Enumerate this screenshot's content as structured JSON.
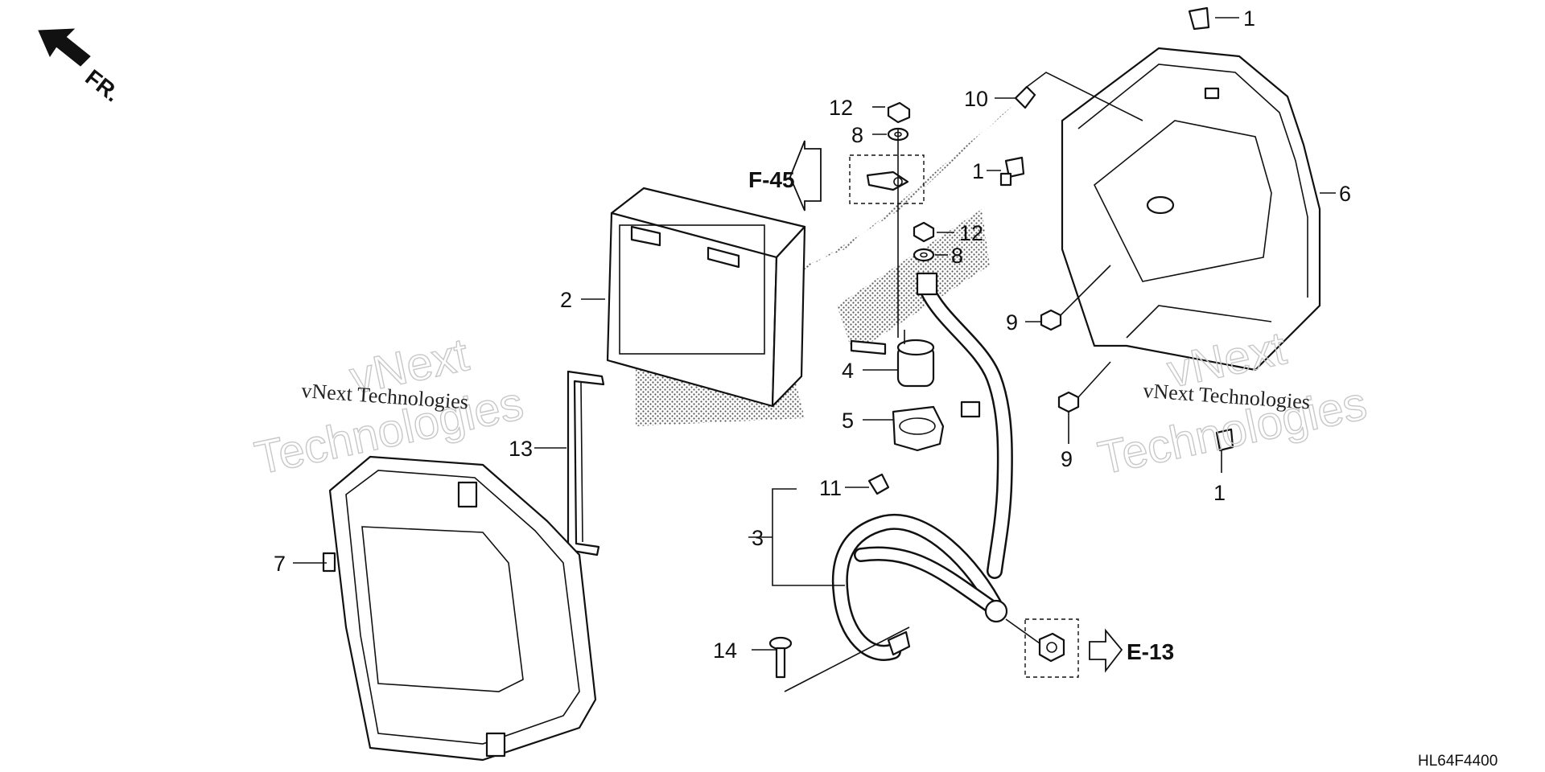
{
  "diagram": {
    "code": "HL64F4400",
    "front_indicator": "FR.",
    "references": [
      "F-45",
      "E-13"
    ],
    "watermark": {
      "line_big": [
        "vNext",
        "Technologies"
      ],
      "line_small": "vNext Technologies"
    },
    "callouts": [
      "1",
      "1",
      "1",
      "2",
      "3",
      "4",
      "5",
      "6",
      "7",
      "8",
      "8",
      "9",
      "9",
      "10",
      "11",
      "12",
      "12",
      "13",
      "14"
    ],
    "icons": [
      "front-arrow-icon",
      "reference-arrow-icon"
    ]
  }
}
